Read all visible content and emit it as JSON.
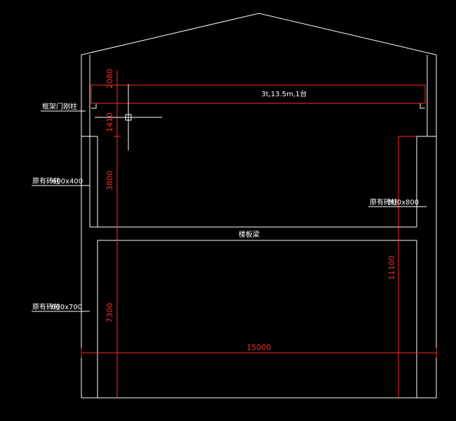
{
  "drawing": {
    "crane_label": "3t,13.5m,1台",
    "callout_left_top": "框架门刚柱",
    "callout_left_mid_prefix": "原有砖柱",
    "callout_left_mid_size": "600x400",
    "callout_right_prefix": "原有砖柱",
    "callout_right_size": "800x800",
    "callout_left_bottom_prefix": "原有砖柱",
    "callout_left_bottom_size": "600x700",
    "floor_label": "楼板梁",
    "dimensions": {
      "d_2080": "2080",
      "d_1410": "1410",
      "d_3800": "3800",
      "d_7300": "7300",
      "d_11100": "11100",
      "d_15000": "15000"
    }
  },
  "colors": {
    "background": "#000000",
    "outline": "#ffffff",
    "dimension": "#ff2a2a"
  }
}
